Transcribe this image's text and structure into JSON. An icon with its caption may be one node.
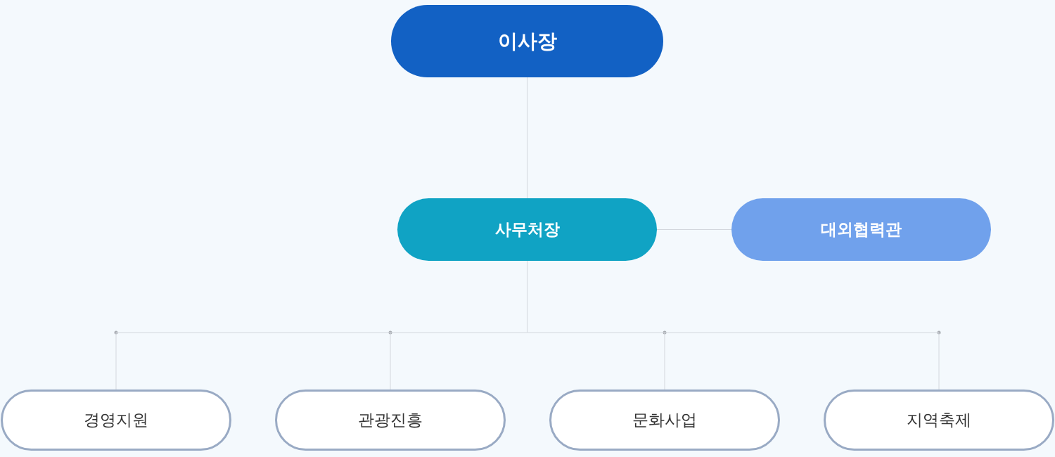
{
  "diagram": {
    "nodes": [
      {
        "text": [
          "이사장"
        ]
      },
      {
        "text": [
          "사무처장"
        ]
      },
      {
        "text": [
          "대외협력관"
        ]
      },
      {
        "text": [
          "경영지원"
        ]
      },
      {
        "text": [
          "관광진흥"
        ]
      },
      {
        "text": [
          "문화사업"
        ]
      },
      {
        "text": [
          "지역축제"
        ]
      }
    ],
    "edges": [
      {
        "from": 0,
        "to": 1,
        "arrow": "none"
      },
      {
        "from": 1,
        "to": 2,
        "arrow": "none"
      },
      {
        "from": 1,
        "to": 3,
        "arrow": "none"
      },
      {
        "from": 1,
        "to": 4,
        "arrow": "none"
      },
      {
        "from": 1,
        "to": 5,
        "arrow": "none"
      },
      {
        "from": 1,
        "to": 6,
        "arrow": "none"
      }
    ]
  }
}
